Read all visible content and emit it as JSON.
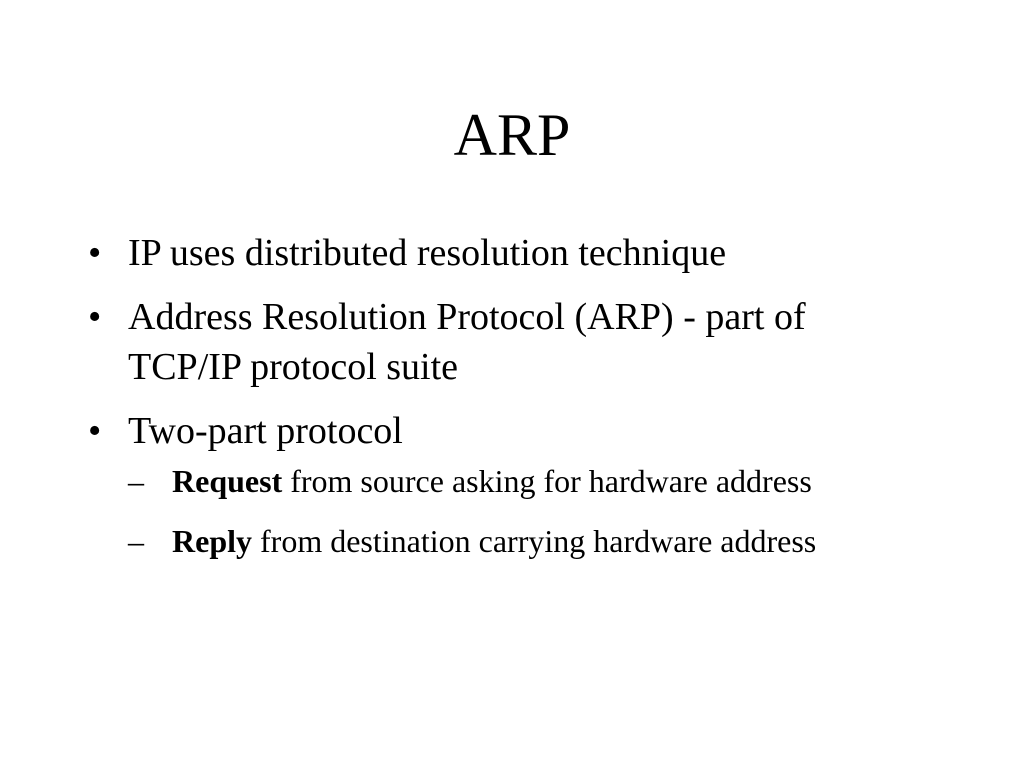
{
  "slide": {
    "title": "ARP",
    "bullet_marker": "•",
    "sub_marker": "–",
    "bullets": [
      {
        "text": "IP uses distributed resolution technique"
      },
      {
        "text": "Address Resolution Protocol (ARP) - part of TCP/IP protocol suite"
      },
      {
        "text": "Two-part protocol"
      }
    ],
    "sub_bullets": [
      {
        "bold": "Request",
        "text": " from source asking for hardware address"
      },
      {
        "bold": "Reply",
        "text": " from destination carrying hardware address"
      }
    ]
  }
}
